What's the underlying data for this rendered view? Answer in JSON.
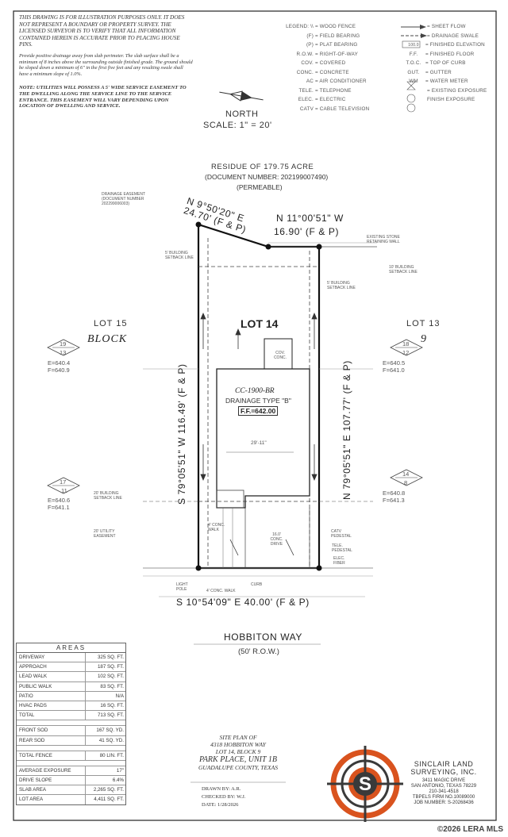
{
  "notes": {
    "para1": "THIS DRAWING IS FOR ILLUSTRATION PURPOSES ONLY. IT DOES NOT REPRESENT A BOUNDARY OR PROPERTY SURVEY. THE LICENSED SURVEYOR IS TO VERIFY THAT ALL INFORMATION CONTAINED HEREIN IS ACCURATE PRIOR TO PLACING HOUSE PINS.",
    "para2": "Provide positive drainage away from slab perimeter. The slab surface shall be a minimum of 8 inches above the surrounding outside finished grade. The ground should be sloped down a minimum of 6\" in the first five feet and any resulting swale shall have a minimum slope of 1.0%.",
    "para3": "NOTE: UTILITIES WILL POSSESS A 5' WIDE SERVICE EASEMENT TO THE DWELLING ALONG THE SERVICE LINE TO THE SERVICE ENTRANCE. THIS EASEMENT WILL VARY DEPENDING UPON LOCATION OF DWELLING AND SERVICE."
  },
  "legend_left": [
    {
      "code": "LEGEND: \\\\",
      "desc": "= WOOD FENCE"
    },
    {
      "code": "(F)",
      "desc": "= FIELD BEARING"
    },
    {
      "code": "(P)",
      "desc": "= PLAT BEARING"
    },
    {
      "code": "R.O.W.",
      "desc": "= RIGHT-OF-WAY"
    },
    {
      "code": "COV.",
      "desc": "= COVERED"
    },
    {
      "code": "CONC.",
      "desc": "= CONCRETE"
    },
    {
      "code": "AC",
      "desc": "= AIR CONDITIONER"
    },
    {
      "code": "TELE.",
      "desc": "= TELEPHONE"
    },
    {
      "code": "ELEC.",
      "desc": "= ELECTRIC"
    },
    {
      "code": "CATV",
      "desc": "= CABLE TELEVISION"
    }
  ],
  "legend_right": [
    {
      "code": "",
      "desc": "= SHEET FLOW"
    },
    {
      "code": "",
      "desc": "= DRAINAGE SWALE"
    },
    {
      "code": "100.0",
      "desc": "= FINISHED ELEVATION"
    },
    {
      "code": "F.F.",
      "desc": "= FINISHED FLOOR"
    },
    {
      "code": "T.O.C.",
      "desc": "= TOP OF CURB"
    },
    {
      "code": "GUT.",
      "desc": "= GUTTER"
    },
    {
      "code": "WM",
      "desc": "= WATER METER"
    },
    {
      "code": "",
      "desc": "= EXISTING EXPOSURE"
    },
    {
      "code": "",
      "desc": "FINISH EXPOSURE"
    }
  ],
  "north": {
    "label": "NORTH",
    "scale": "SCALE: 1\" = 20'"
  },
  "residue": {
    "line1": "RESIDUE OF 179.75 ACRE",
    "line2": "(DOCUMENT NUMBER: 202199007490)",
    "line3": "(PERMEABLE)"
  },
  "bearings": {
    "nw_bearing": "N 9°50'20\" E",
    "nw_dist": "24.70' (F & P)",
    "ne_bearing": "N 11°00'51\" W",
    "ne_dist": "16.90' (F & P)",
    "west": "S 79°05'51\" W 116.49' (F & P)",
    "east": "N 79°05'51\" E 107.77' (F & P)",
    "south_bearing": "S 10°54'09\" E 40.00' (F & P)"
  },
  "street": {
    "name": "HOBBITON WAY",
    "row": "(50' R.O.W.)"
  },
  "lots": {
    "lot14": "LOT 14",
    "lot15": "LOT 15",
    "lot13": "LOT 13",
    "block": "BLOCK",
    "block_num": "9"
  },
  "house": {
    "model": "CC-1900-BR",
    "drainage": "DRAINAGE TYPE \"B\"",
    "ff": "F.F.=642.00"
  },
  "markers": [
    {
      "top": "19",
      "bottom": "13",
      "e": "E=640.4",
      "f": "F=640.9"
    },
    {
      "top": "18",
      "bottom": "12",
      "e": "E=640.5",
      "f": "F=641.0"
    },
    {
      "top": "17",
      "bottom": "11",
      "e": "E=640.6",
      "f": "F=641.1"
    },
    {
      "top": "14",
      "bottom": "8",
      "e": "E=640.8",
      "f": "F=641.3"
    }
  ],
  "small_labels": {
    "drainage_easement": "DRAINAGE EASEMENT (DOCUMENT NUMBER 202299006003)",
    "existing_stone": "EXISTING STONE RETAINING WALL",
    "bsl_10": "10' BUILDING SETBACK LINE",
    "bsl_5a": "5' BUILDING SETBACK LINE",
    "bsl_5b": "5' BUILDING SETBACK LINE",
    "bsl_20": "20' BUILDING SETBACK LINE",
    "utility_20": "20' UTILITY EASEMENT",
    "cov_conc": "COV. CONC.",
    "conc_walk": "4' CONC. WALK",
    "conc_drive": "16.0' CONC. DRIVE",
    "catv": "CATV PEDESTAL",
    "tele": "TELE. PEDESTAL",
    "elec": "ELEC. FIBER",
    "light_pole": "LIGHT POLE",
    "curb": "CURB",
    "walk4": "4' CONC. WALK",
    "dim_29": "29'-11\""
  },
  "areas": {
    "title": "AREAS",
    "rows": [
      {
        "k": "DRIVEWAY",
        "v": "325 SQ. FT."
      },
      {
        "k": "APPROACH",
        "v": "187 SQ. FT."
      },
      {
        "k": "LEAD WALK",
        "v": "102 SQ. FT."
      },
      {
        "k": "PUBLIC WALK",
        "v": "83 SQ. FT."
      },
      {
        "k": "PATIO",
        "v": "N/A"
      },
      {
        "k": "HVAC PADS",
        "v": "16 SQ. FT."
      },
      {
        "k": "TOTAL",
        "v": "713 SQ. FT."
      }
    ],
    "rows2": [
      {
        "k": "FRONT SOD",
        "v": "167 SQ. YD."
      },
      {
        "k": "REAR SOD",
        "v": "41 SQ. YD."
      }
    ],
    "rows3": [
      {
        "k": "TOTAL FENCE",
        "v": "80 LIN. FT."
      }
    ],
    "rows4": [
      {
        "k": "AVERAGE EXPOSURE",
        "v": "17\""
      },
      {
        "k": "DRIVE SLOPE",
        "v": "6.4%"
      },
      {
        "k": "SLAB AREA",
        "v": "2,265 SQ. FT."
      },
      {
        "k": "LOT AREA",
        "v": "4,411 SQ. FT."
      }
    ]
  },
  "title_block": {
    "l1": "SITE PLAN OF",
    "l2": "4318 HOBBITON WAY",
    "l3": "LOT 14, BLOCK 9",
    "l4": "PARK PLACE, UNIT 1B",
    "l5": "GUADALUPE COUNTY, TEXAS"
  },
  "signoff": {
    "drawn": "DRAWN BY:   A.R.",
    "checked": "CHECKED BY:   W.J.",
    "date": "DATE:   1/28/2026"
  },
  "firm": {
    "name1": "SINCLAIR LAND",
    "name2": "SURVEYING, INC.",
    "addr1": "3411 MAGIC DRIVE",
    "addr2": "SAN ANTONIO, TEXAS 78229",
    "phone": "210-341-4518",
    "firm_no": "TBPELS FIRM NO.10089000",
    "job": "JOB NUMBER:   S-20268436"
  },
  "watermark": "©2026 LERA MLS",
  "colors": {
    "logo_orange": "#d9531e",
    "logo_dark": "#3a3a3a",
    "line": "#222222"
  }
}
